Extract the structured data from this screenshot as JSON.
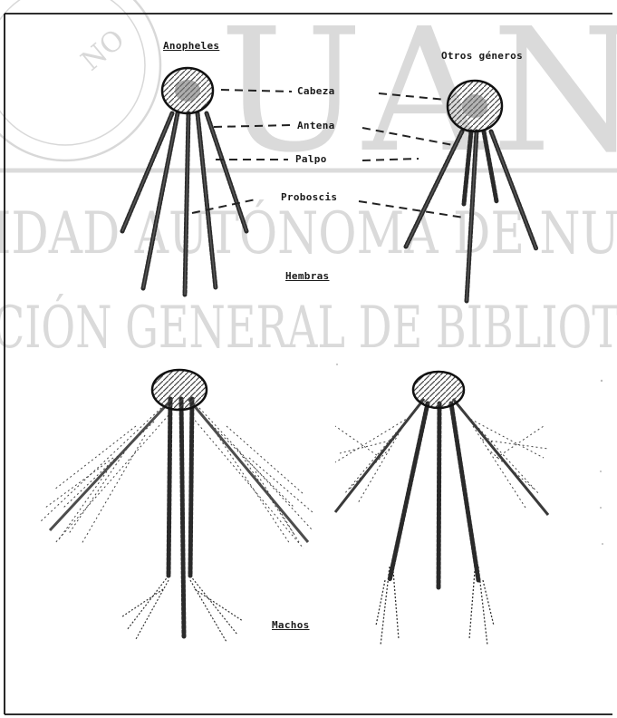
{
  "watermark": {
    "logo_letters": "UAN",
    "seal_text": "NO",
    "line1": "IDAD AUTÓNOMA DE NU",
    "line2": "CIÓN GENERAL DE BIBLIOT"
  },
  "diagram": {
    "left_header": "Anopheles",
    "right_header": "Otros géneros",
    "parts": [
      "Cabeza",
      "Antena",
      "Palpo",
      "Proboscis"
    ],
    "females_label": "Hembras",
    "males_label": "Machos"
  }
}
